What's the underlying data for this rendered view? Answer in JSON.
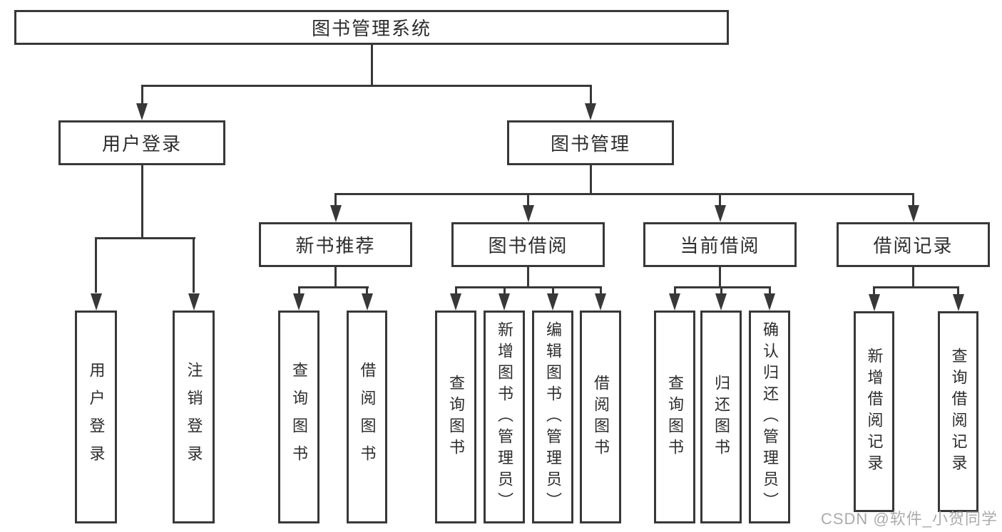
{
  "diagram": {
    "root": {
      "label": "图书管理系统"
    },
    "level2": {
      "user_login": {
        "label": "用户登录"
      },
      "book_mgmt": {
        "label": "图书管理"
      }
    },
    "level3": {
      "new_books": {
        "label": "新书推荐"
      },
      "book_borrow": {
        "label": "图书借阅"
      },
      "current_borrow": {
        "label": "当前借阅"
      },
      "borrow_records": {
        "label": "借阅记录"
      }
    },
    "leaves": {
      "user_login": [
        "用户登录",
        "注销登录"
      ],
      "new_books": [
        "查询图书",
        "借阅图书"
      ],
      "book_borrow": [
        "查询图书",
        "新增图书（管理员）",
        "编辑图书（管理员）",
        "借阅图书"
      ],
      "current_borrow": [
        "查询图书",
        "归还图书",
        "确认归还（管理员）"
      ],
      "borrow_records": [
        "新增借阅记录",
        "查询借阅记录"
      ]
    }
  },
  "watermark": {
    "text": "CSDN @软件_小贺同学"
  },
  "colors": {
    "line": "#383838",
    "text": "#2d2d2d",
    "watermark": "#ababab",
    "background": "#ffffff"
  }
}
